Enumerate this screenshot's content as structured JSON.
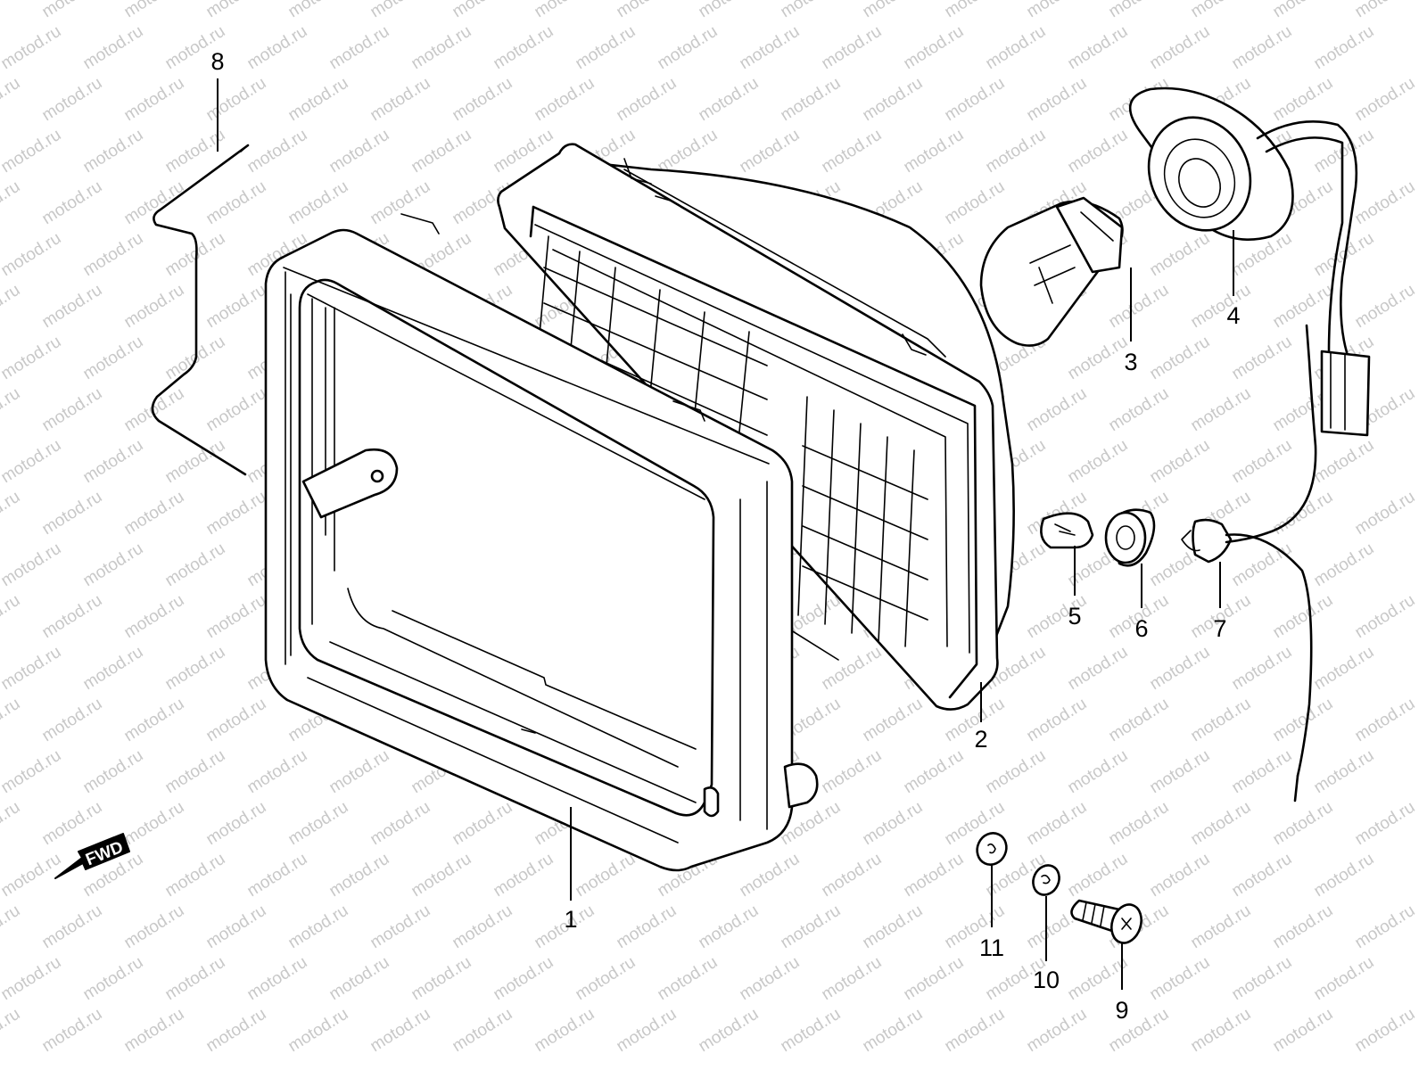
{
  "watermark": "motod.ru",
  "direction_label": "FWD",
  "callouts": {
    "c1": "1",
    "c2": "2",
    "c3": "3",
    "c4": "4",
    "c5": "5",
    "c6": "6",
    "c7": "7",
    "c8": "8",
    "c9": "9",
    "c10": "10",
    "c11": "11"
  },
  "colors": {
    "line": "#000000",
    "background": "#ffffff",
    "watermark": "#c8c8c8"
  }
}
